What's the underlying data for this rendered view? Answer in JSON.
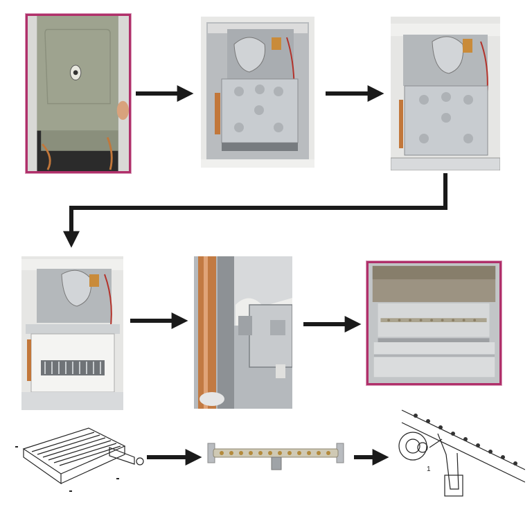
{
  "diagram": {
    "steps": [
      {
        "id": "step-1",
        "subject": "front-cover-panel-photo",
        "framed": true
      },
      {
        "id": "step-2",
        "subject": "boiler-interior-sealed-chamber-photo",
        "framed": false
      },
      {
        "id": "step-3",
        "subject": "combustion-chamber-cover-photo",
        "framed": false
      },
      {
        "id": "step-4",
        "subject": "burner-exposed-photo",
        "framed": false
      },
      {
        "id": "step-5",
        "subject": "burner-bracket-closeup-photo",
        "framed": false
      },
      {
        "id": "step-6",
        "subject": "burner-compartment-removed-photo",
        "framed": true
      },
      {
        "id": "step-7",
        "subject": "burner-assembly-drawing",
        "framed": false
      },
      {
        "id": "step-8",
        "subject": "gas-manifold-photo",
        "framed": false
      },
      {
        "id": "step-9",
        "subject": "injector-detail-drawing",
        "framed": false
      }
    ],
    "callout_label": "1",
    "colors": {
      "arrow": "#1a1a1a",
      "frame": "#b0306a",
      "panel": "#9ea38f",
      "metal": "#c8ccd0",
      "copper": "#c2773a"
    }
  }
}
